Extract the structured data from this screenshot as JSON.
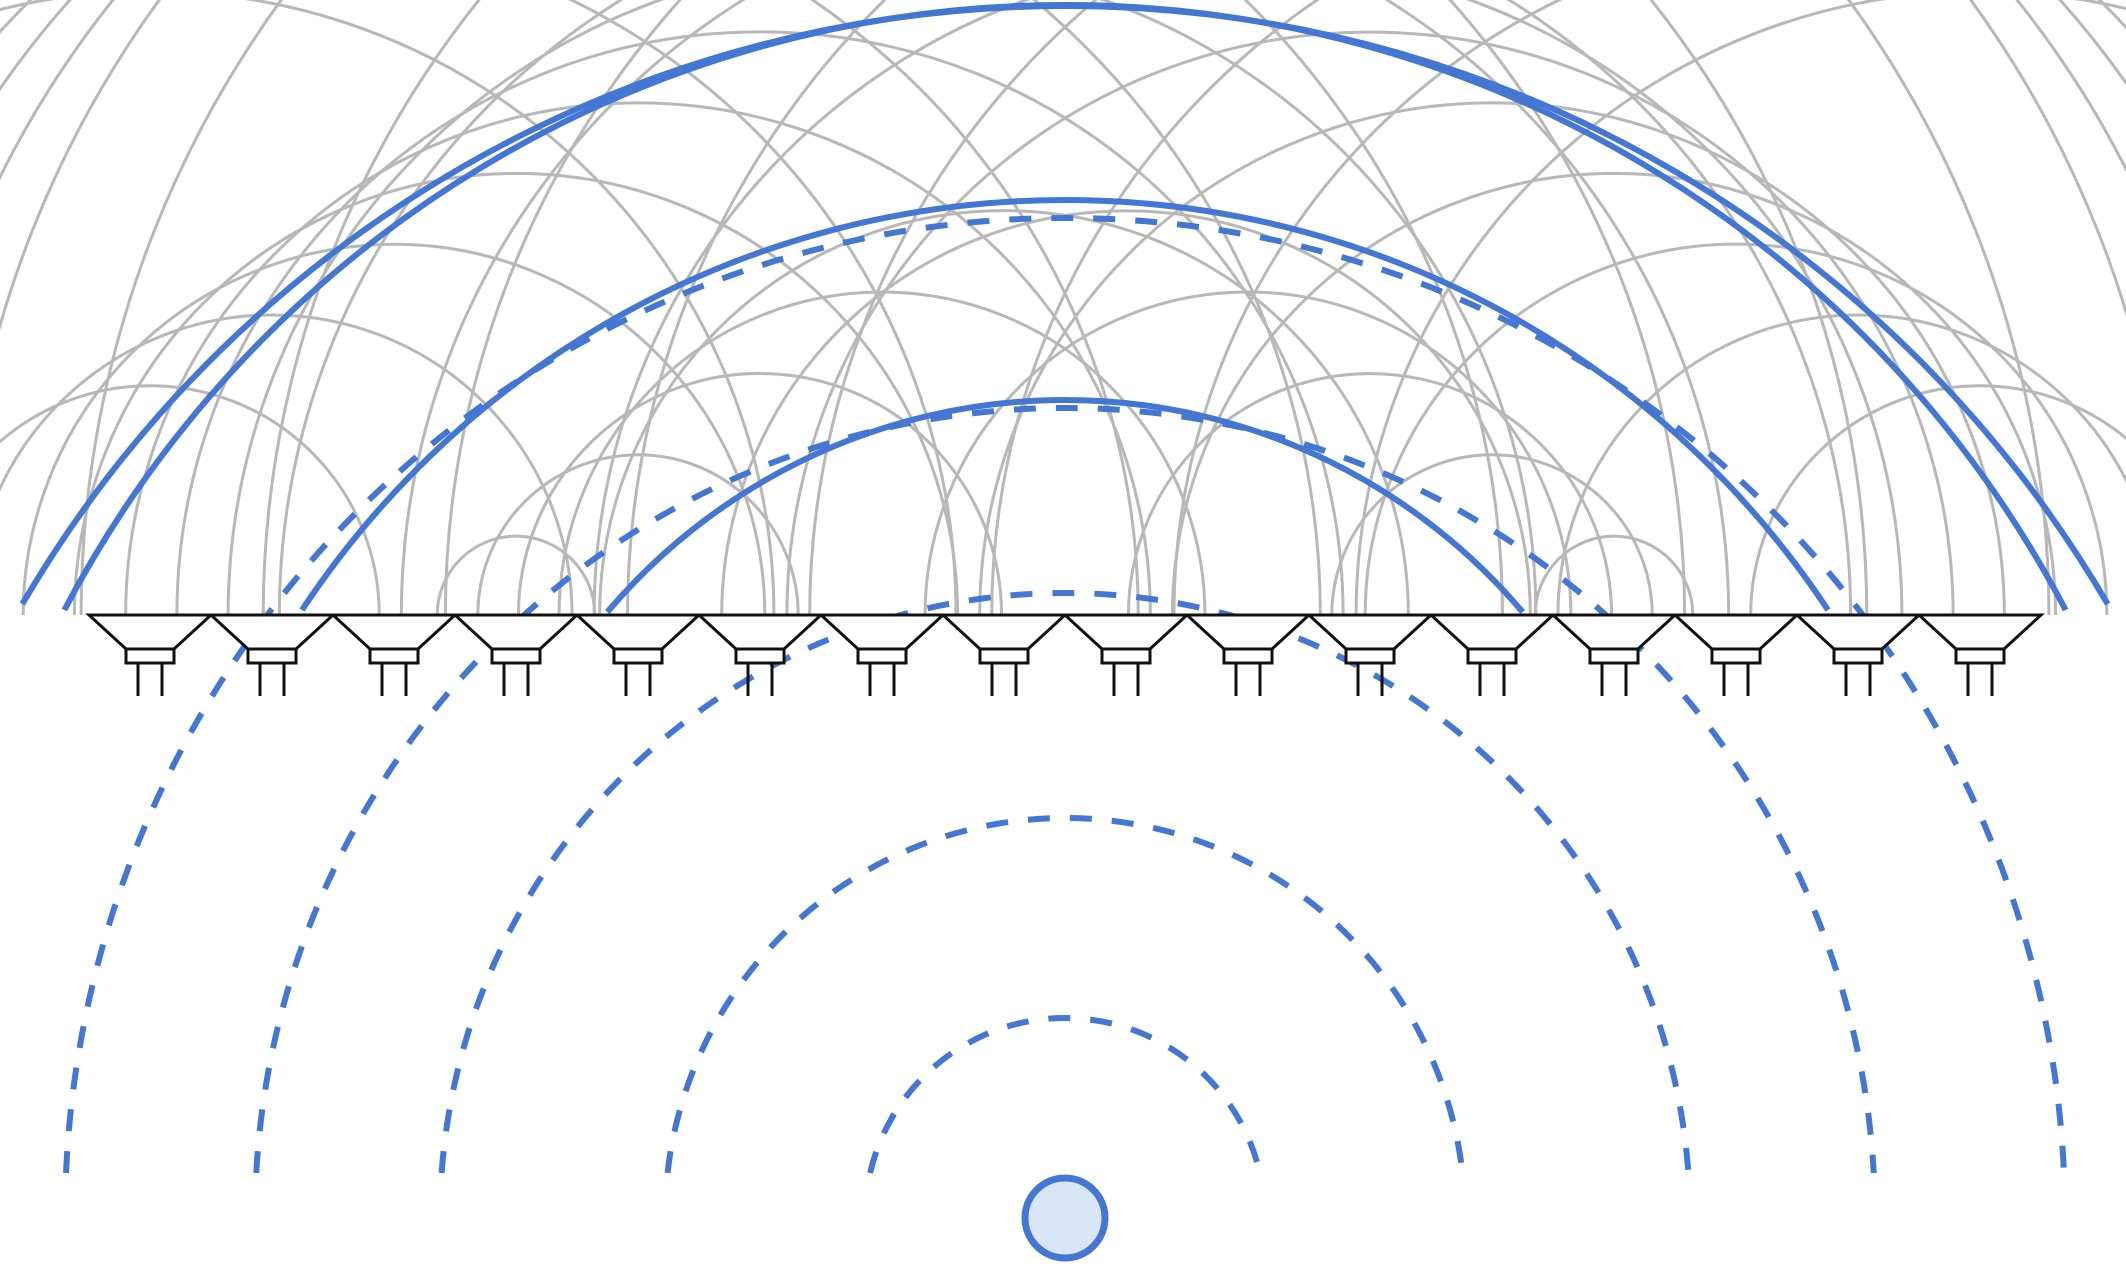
{
  "diagram": {
    "speaker_count": 16,
    "wavelet_count_per_speaker": 3,
    "virtual_wavefront_count": 3,
    "incident_wave_count": 5,
    "colors": {
      "virtual_source_fill": "#d9e6f8",
      "wave_blue": "#4477d4",
      "wavelet_gray": "#b8b8b8",
      "speaker_stroke": "#111111",
      "background": "#ffffff"
    }
  }
}
